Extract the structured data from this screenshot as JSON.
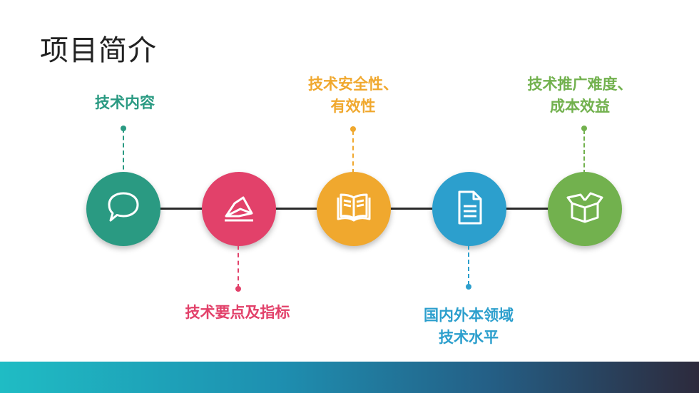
{
  "title": "项目简介",
  "colors": {
    "teal": "#2a9a82",
    "pink": "#e2416a",
    "orange": "#f0a82e",
    "blue": "#2c9fcd",
    "green": "#72b14e"
  },
  "items": [
    {
      "icon": "speech-bubble-icon",
      "color": "#2a9a82",
      "lines": [
        "技术内容"
      ]
    },
    {
      "icon": "envelope-letter-icon",
      "color": "#e2416a",
      "lines": [
        "技术要点及指标"
      ]
    },
    {
      "icon": "open-book-icon",
      "color": "#f0a82e",
      "lines": [
        "技术安全性、",
        "有效性"
      ]
    },
    {
      "icon": "document-icon",
      "color": "#2c9fcd",
      "lines": [
        "国内外本领域",
        "技术水平"
      ]
    },
    {
      "icon": "open-box-icon",
      "color": "#72b14e",
      "lines": [
        "技术推广难度、",
        "成本效益"
      ]
    }
  ]
}
